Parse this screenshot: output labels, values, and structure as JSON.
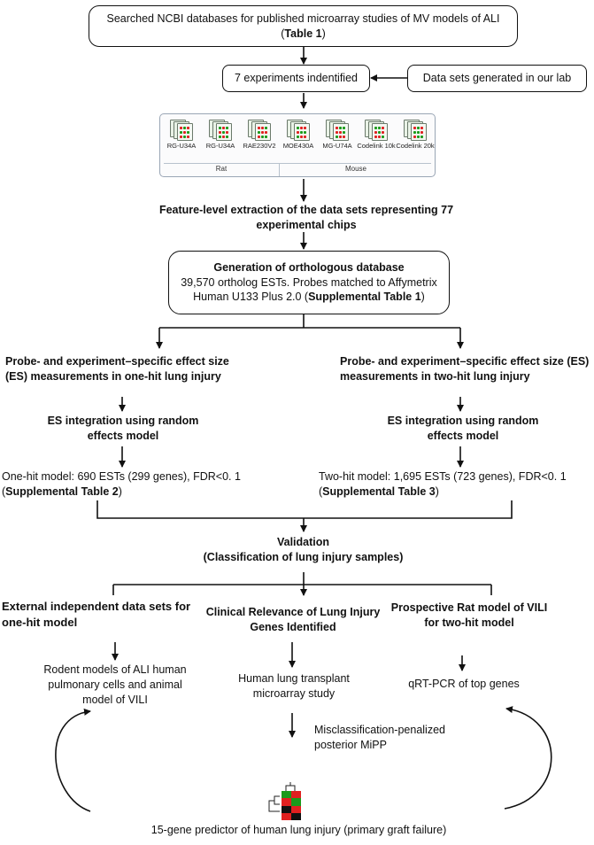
{
  "search_box": {
    "prefix": "Searched NCBI databases for published microarray studies of MV models of ALI (",
    "ref": "Table 1",
    "suffix": ")"
  },
  "experiments_box": "7 experiments indentified",
  "lab_box": "Data sets generated in our lab",
  "chips": [
    {
      "label": "RG-U34A"
    },
    {
      "label": "RG-U34A"
    },
    {
      "label": "RAE230V2"
    },
    {
      "label": "MOE430A"
    },
    {
      "label": "MG-U74A"
    },
    {
      "label": "Codelink 10k"
    },
    {
      "label": "Codelink 20k"
    }
  ],
  "chip_groups": {
    "rat": "Rat",
    "mouse": "Mouse"
  },
  "feature_extraction": "Feature-level extraction of the data sets representing 77 experimental chips",
  "ortholog_box": {
    "title": "Generation of orthologous database",
    "line": "39,570  ortholog ESTs. Probes matched to Affymetrix Human U133  Plus 2.0 (",
    "ref": "Supplemental Table 1",
    "suffix": ")"
  },
  "left_branch": {
    "es_title": "Probe- and experiment–specific effect size (ES) measurements in one-hit lung injury",
    "integration": "ES integration using random effects model",
    "result": "One-hit model: 690 ESTs (299 genes), FDR<0. 1 (",
    "ref": "Supplemental Table 2",
    "suffix": ")"
  },
  "right_branch": {
    "es_title": "Probe- and experiment–specific effect size (ES) measurements in two-hit lung injury",
    "integration": "ES integration using random effects model",
    "result": "Two-hit model: 1,695 ESTs (723 genes), FDR<0. 1 (",
    "ref": "Supplemental Table 3",
    "suffix": ")"
  },
  "validation": {
    "title": "Validation",
    "subtitle": "(Classification of lung injury samples)"
  },
  "val_left": {
    "title": "External independent data sets for one-hit model",
    "detail": "Rodent models of ALI human pulmonary cells and animal model of VILI"
  },
  "val_center": {
    "title": "Clinical Relevance of Lung Injury Genes Identified",
    "detail": "Human lung transplant microarray study"
  },
  "val_right": {
    "title": "Prospective Rat model of VILI for two-hit model",
    "detail": "qRT-PCR of top genes"
  },
  "mipp": "Misclassification-penalized posterior MiPP",
  "predictor": "15-gene predictor of human lung injury (primary graft failure)",
  "colors": {
    "red": "#e02020",
    "green": "#1a9a1a",
    "black": "#111111"
  }
}
